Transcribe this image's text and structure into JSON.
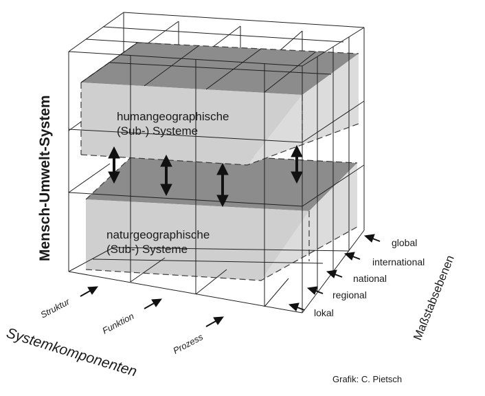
{
  "vertical_title": "Mensch-Umwelt-System",
  "layers": {
    "upper": [
      "humangeographische",
      "(Sub-) Systeme"
    ],
    "lower": [
      "naturgeographische",
      "(Sub-) Systeme"
    ]
  },
  "components_axis": {
    "title": "Systemkomponenten",
    "items": [
      "Struktur",
      "Funktion",
      "Prozess"
    ]
  },
  "scale_axis": {
    "title": "Maßstabsebenen",
    "items": [
      "global",
      "international",
      "national",
      "regional",
      "lokal"
    ]
  },
  "credit": "Grafik: C. Pietsch",
  "colors": {
    "slab_top": "#8c8c8c",
    "slab_front": "#cfcfcf",
    "slab_side": "#dcdcdc",
    "line": "#1e1e1e"
  }
}
